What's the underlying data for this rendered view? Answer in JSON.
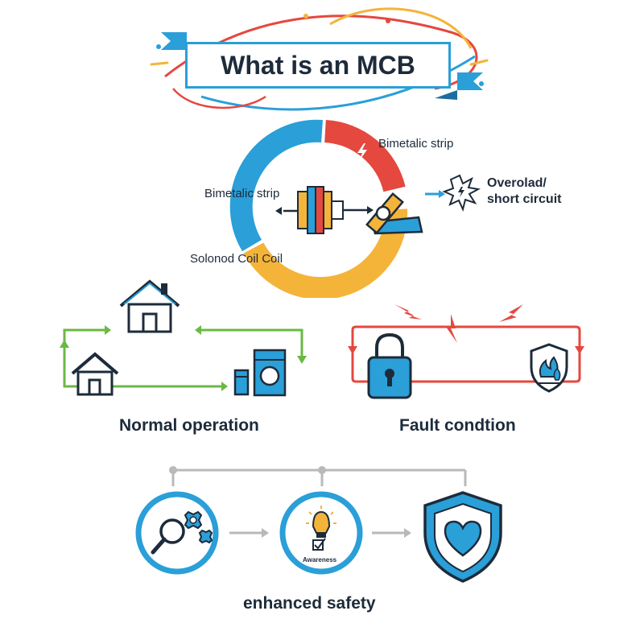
{
  "header": {
    "title": "What is an MCB"
  },
  "diagram": {
    "ring_label_top": "Bimetalic strip",
    "ring_label_left": "Bimetalic strip",
    "ring_label_bottom": "Solonod Coil Coil",
    "fault_label": "Overolad/\nshort circuit"
  },
  "modes": {
    "normal": "Normal operation",
    "fault": "Fault condtion"
  },
  "bottom": {
    "awareness": "Awareness",
    "result": "enhanced safety"
  },
  "colors": {
    "blue": "#2a9fd8",
    "red": "#e4483f",
    "yellow": "#f4b43a",
    "green": "#6ab944",
    "navy": "#1d2b3a",
    "gray": "#b9b9b9"
  }
}
